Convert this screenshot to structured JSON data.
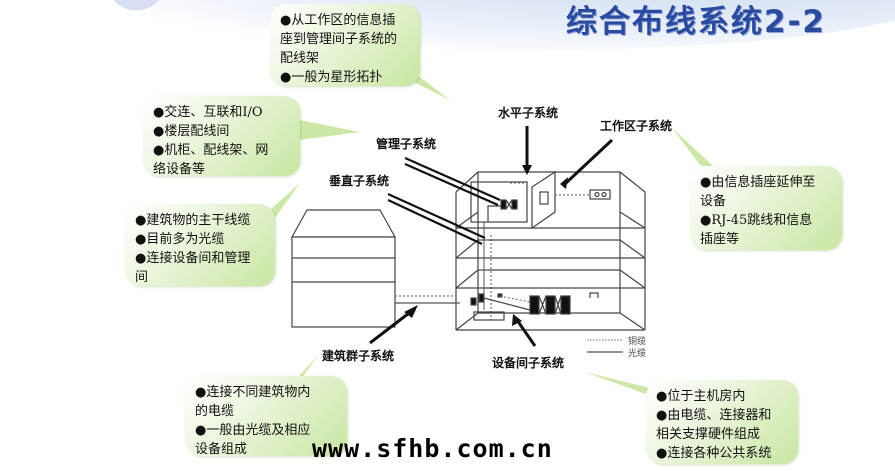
{
  "header": {
    "title": "综合布线系统2-2"
  },
  "colors": {
    "title": "#2a4aa0",
    "callout_green": "#c8e6a0",
    "banner_blue": "#c9d9ef",
    "line": "#333333"
  },
  "callouts": {
    "horizontal": {
      "lines": [
        "●从工作区的信息插",
        "座到管理间子系统的",
        "配线架",
        "●一般为星形拓扑"
      ]
    },
    "management": {
      "lines": [
        "●交连、互联和I/O",
        "●楼层配线间",
        "●机柜、配线架、网",
        "络设备等"
      ]
    },
    "vertical": {
      "lines": [
        "●建筑物的主干线缆",
        "●目前多为光缆",
        "●连接设备间和管理",
        "间"
      ]
    },
    "work_area": {
      "lines": [
        "●由信息插座延伸至",
        "设备",
        "●RJ-45跳线和信息",
        "插座等"
      ]
    },
    "campus": {
      "lines": [
        "●连接不同建筑物内",
        "的电缆",
        "●一般由光缆及相应",
        "设备组成"
      ]
    },
    "equipment_room": {
      "lines": [
        "●位于主机房内",
        "●由电缆、连接器和",
        "相关支撑硬件组成",
        "●连接各种公共系统"
      ]
    }
  },
  "labels": {
    "horizontal": "水平子系统",
    "work_area": "工作区子系统",
    "management": "管理子系统",
    "vertical": "垂直子系统",
    "campus": "建筑群子系统",
    "equipment_room": "设备间子系统"
  },
  "legend": {
    "copper": "铜缆",
    "fiber": "光缆"
  },
  "footer": {
    "website": "www.sfhb.com.cn"
  }
}
